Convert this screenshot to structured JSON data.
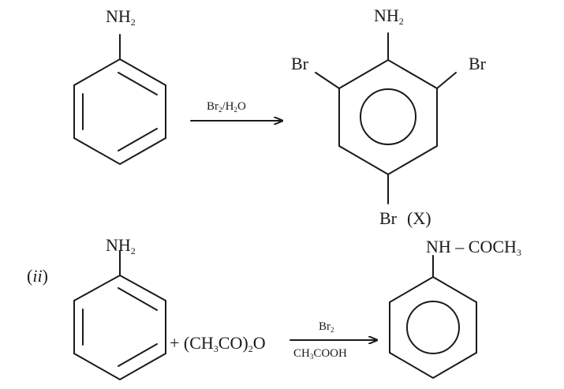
{
  "reaction_i": {
    "reactant_group": {
      "main": "NH",
      "sub": "2"
    },
    "reagent": {
      "a": "Br",
      "a_sub": "2",
      "b": "/H",
      "b_sub": "2",
      "c": "O"
    },
    "product": {
      "top_group": {
        "main": "NH",
        "sub": "2"
      },
      "left_sub": "Br",
      "right_sub": "Br",
      "bottom_sub": "Br",
      "label": "(X)"
    }
  },
  "reaction_ii": {
    "label": {
      "open": "(",
      "roman": "ii",
      "close": ")"
    },
    "reactant_group": {
      "main": "NH",
      "sub": "2"
    },
    "coreactant": {
      "a": "+ (CH",
      "a_sub": "3",
      "b": "CO)",
      "b_sub": "2",
      "c": "O"
    },
    "reagent_top": {
      "a": "Br",
      "a_sub": "2"
    },
    "reagent_bottom": {
      "a": "CH",
      "a_sub": "3",
      "b": "COOH"
    },
    "product_group": {
      "a": "NH – COCH",
      "a_sub": "3"
    }
  }
}
